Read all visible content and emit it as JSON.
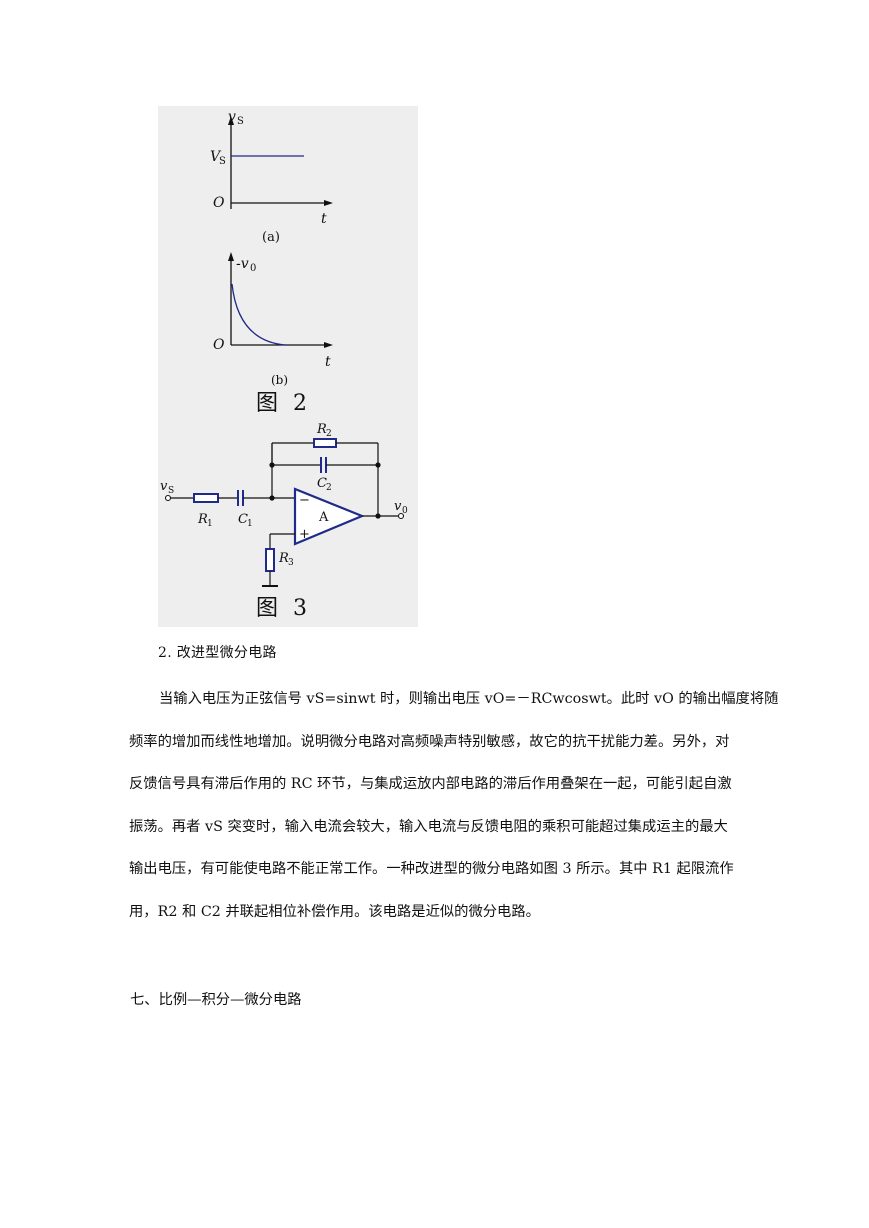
{
  "figures": {
    "fig_a": {
      "y_axis_label": "v",
      "y_axis_sub": "S",
      "level_label": "V",
      "level_sub": "S",
      "origin_label": "O",
      "x_axis_label": "t",
      "caption": "(a)"
    },
    "fig_b": {
      "y_axis_label": "-v",
      "y_axis_sub": "0",
      "origin_label": "O",
      "x_axis_label": "t",
      "caption": "(b)"
    },
    "fig2_title": "图 2",
    "circuit": {
      "input_label": "v",
      "input_sub": "S",
      "output_label": "v",
      "output_sub": "0",
      "r1_label": "R",
      "r1_sub": "1",
      "c1_label": "C",
      "c1_sub": "1",
      "r2_label": "R",
      "r2_sub": "2",
      "c2_label": "C",
      "c2_sub": "2",
      "r3_label": "R",
      "r3_sub": "3",
      "opamp_label": "A",
      "minus_sign": "−",
      "plus_sign": "+"
    },
    "fig3_title": "图 3",
    "colors": {
      "curve": "#1f2a8a",
      "component": "#1f2a8a",
      "wire": "#111111",
      "panel": "#eeeeee"
    }
  },
  "section_heading": "2. 改进型微分电路",
  "paragraph_lines": [
    "当输入电压为正弦信号 vS=sinwt 时，则输出电压 vO=－RCwcoswt。此时 vO 的输出幅度将随",
    "频率的增加而线性地增加。说明微分电路对高频噪声特别敏感，故它的抗干扰能力差。另外，对",
    "反馈信号具有滞后作用的 RC 环节，与集成运放内部电路的滞后作用叠架在一起，可能引起自激",
    "振荡。再者 vS 突变时，输入电流会较大，输入电流与反馈电阻的乘积可能超过集成运主的最大",
    "输出电压，有可能使电路不能正常工作。一种改进型的微分电路如图 3 所示。其中 R1 起限流作",
    "用，R2 和 C2 并联起相位补偿作用。该电路是近似的微分电路。"
  ],
  "next_heading": "七、比例—积分—微分电路"
}
